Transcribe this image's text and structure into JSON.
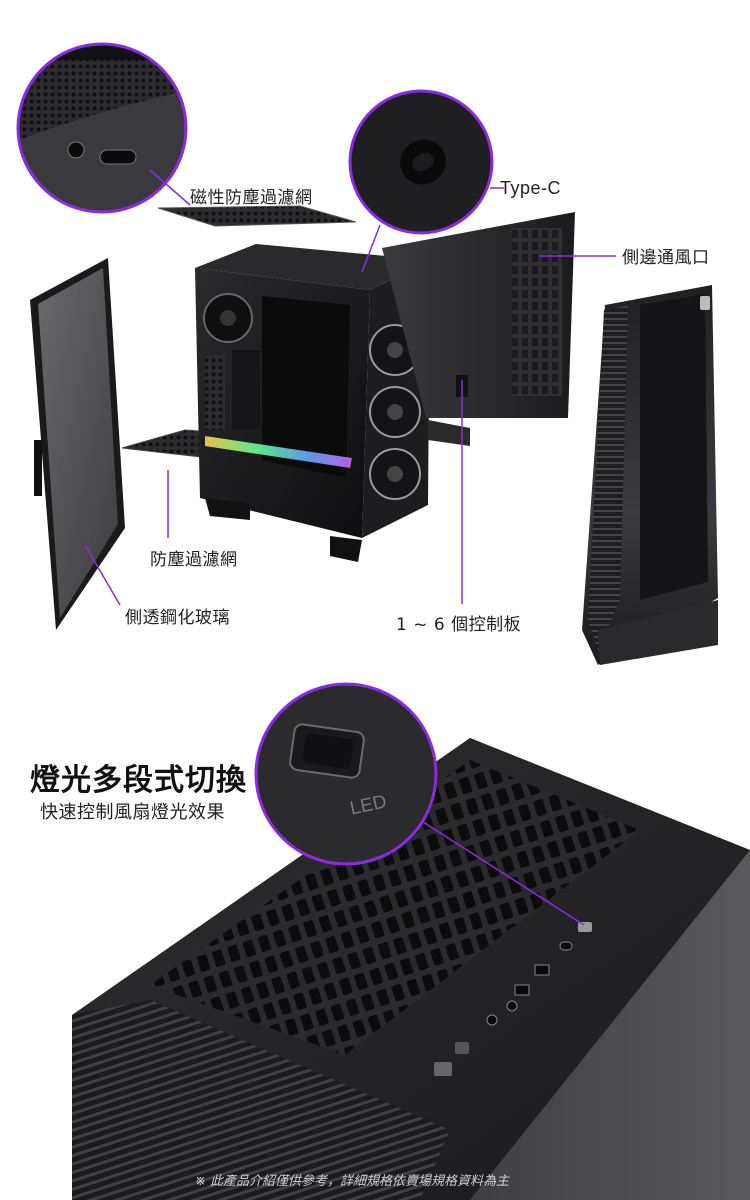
{
  "top_callouts": {
    "magnetic_filter": "磁性防塵過濾網",
    "type_c": "Type-C",
    "side_vent": "側邊通風口",
    "dust_filter": "防塵過濾網",
    "tempered_glass": "側透鋼化玻璃",
    "control_boards": "1 ~ 6 個控制板"
  },
  "bottom_feature": {
    "headline": "燈光多段式切換",
    "subline": "快速控制風扇燈光效果",
    "zoom_label": "LED"
  },
  "disclaimer": "※ 此產品介紹僅供參考，詳細規格依賣場規格資料為主",
  "colors": {
    "accent_purple": "#8a2be2",
    "case_dark": "#1c1c1e"
  }
}
